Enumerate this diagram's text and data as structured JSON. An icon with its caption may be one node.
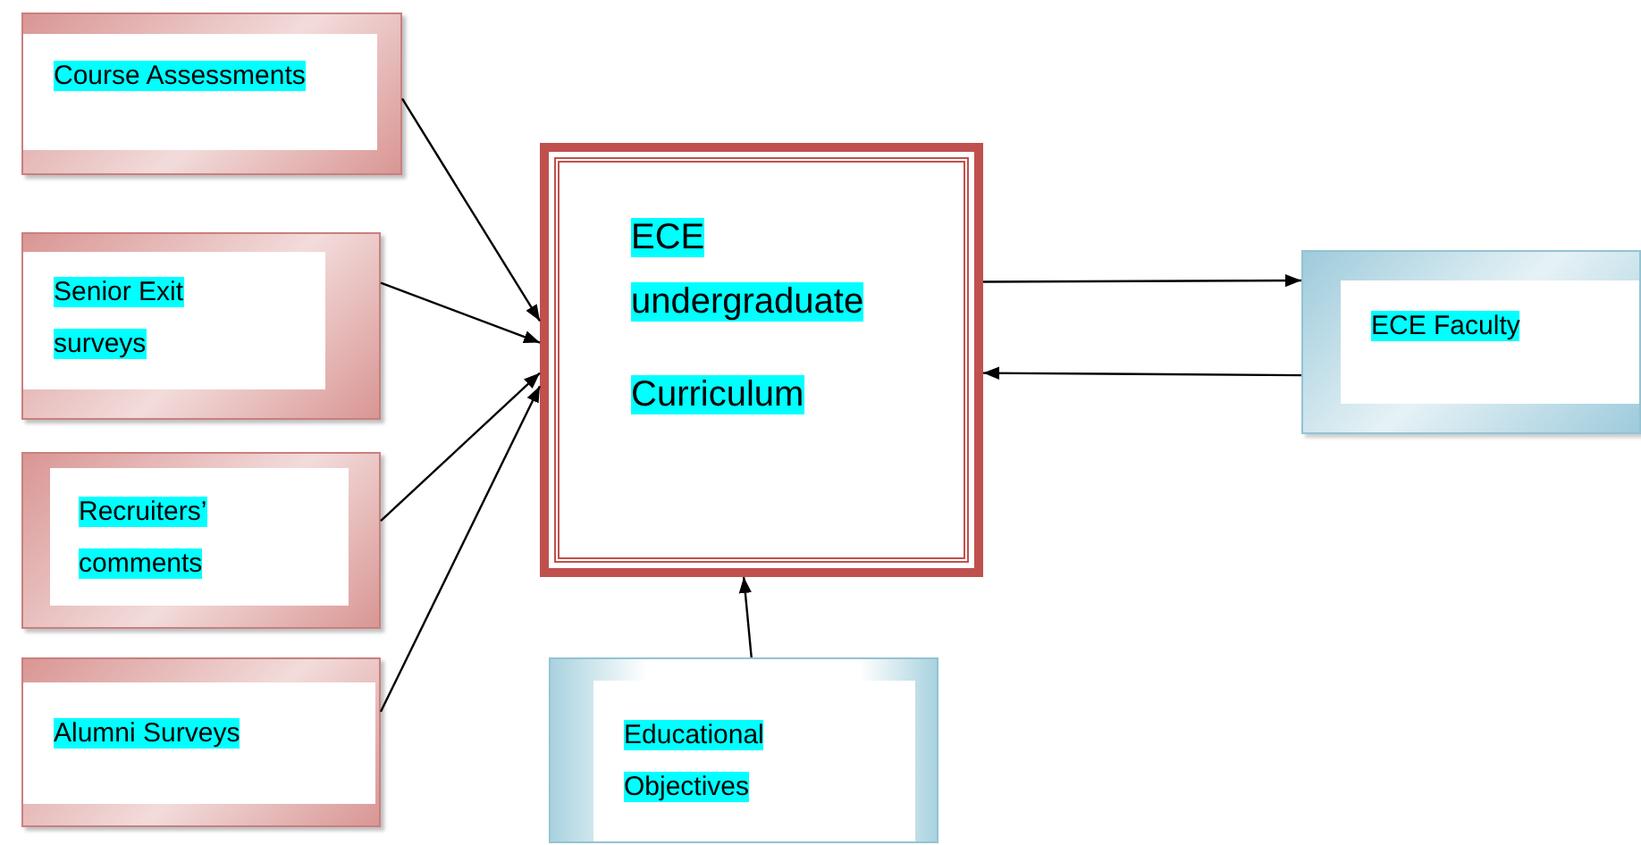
{
  "diagram": {
    "nodes": [
      {
        "text": [
          "Course Assessments"
        ]
      },
      {
        "text": [
          "Senior Exit surveys"
        ]
      },
      {
        "text": [
          "Recruiters’ comments"
        ]
      },
      {
        "text": [
          "Alumni Surveys"
        ]
      },
      {
        "text": [
          "ECE undergraduate",
          "Curriculum"
        ]
      },
      {
        "text": [
          "ECE Faculty"
        ]
      },
      {
        "text": [
          "Educational Objectives"
        ]
      }
    ],
    "edges": [
      {
        "from": 0,
        "to": 4,
        "arrow": "to"
      },
      {
        "from": 1,
        "to": 4,
        "arrow": "to"
      },
      {
        "from": 2,
        "to": 4,
        "arrow": "to"
      },
      {
        "from": 3,
        "to": 4,
        "arrow": "to"
      },
      {
        "from": 4,
        "to": 5,
        "arrow": "to"
      },
      {
        "from": 5,
        "to": 4,
        "arrow": "to"
      },
      {
        "from": 6,
        "to": 4,
        "arrow": "to"
      }
    ]
  }
}
